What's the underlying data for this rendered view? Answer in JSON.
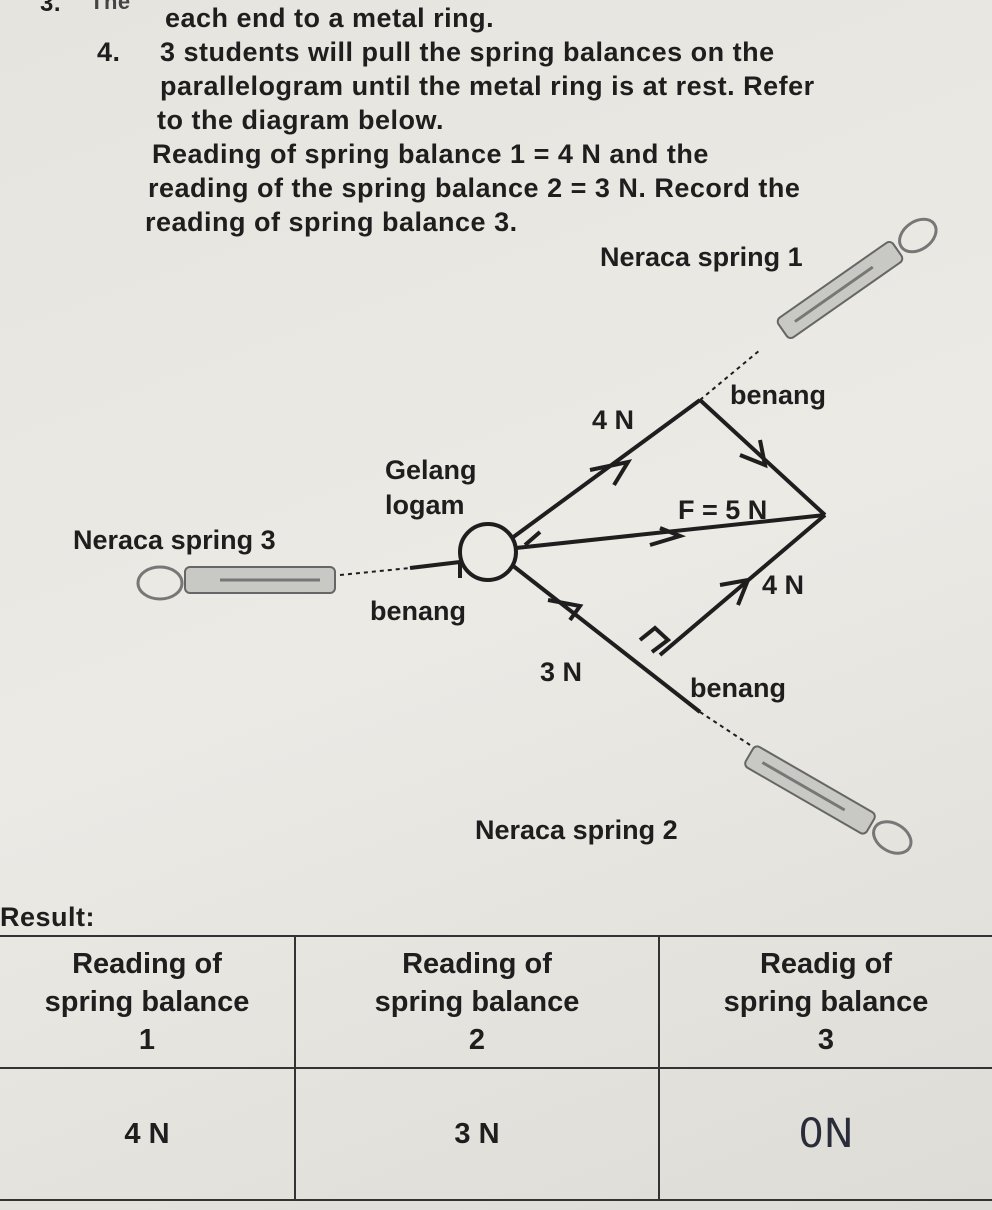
{
  "question": {
    "prev_number": "3.",
    "prev_fragment": "The",
    "prev_line": "each end to a metal ring.",
    "number": "4.",
    "lines": [
      "3 students will pull the spring balances on the",
      "parallelogram until the metal ring is at rest.  Refer",
      "to the diagram below.",
      "Reading of spring balance 1 = 4 N and the",
      "reading of the spring balance 2 = 3 N.  Record the",
      "reading of spring balance 3."
    ]
  },
  "diagram": {
    "spring1": "Neraca spring 1",
    "spring2": "Neraca spring 2",
    "spring3": "Neraca spring 3",
    "ring_line1": "Gelang",
    "ring_line2": "logam",
    "string_top": "benang",
    "string_left": "benang",
    "string_bottom": "benang",
    "force_top": "4 N",
    "force_right": "4 N",
    "force_bottom": "3 N",
    "resultant": "F = 5 N"
  },
  "result": {
    "title": "Result:",
    "headers": [
      [
        "Reading of",
        "spring balance",
        "1"
      ],
      [
        "Reading of",
        "spring balance",
        "2"
      ],
      [
        "Readig of",
        "spring balance",
        "3"
      ]
    ],
    "values": [
      "4 N",
      "3 N",
      "0N"
    ]
  }
}
